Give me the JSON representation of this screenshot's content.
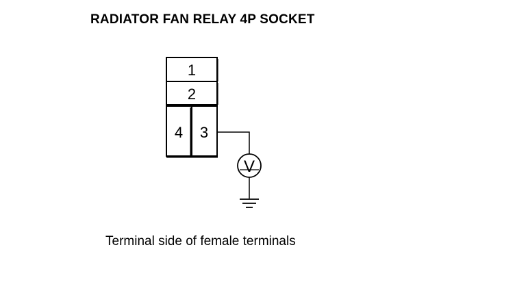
{
  "title": "RADIATOR FAN RELAY 4P SOCKET",
  "connector": {
    "terminals": [
      "1",
      "2",
      "3",
      "4"
    ]
  },
  "meter": {
    "symbol": "V"
  },
  "caption": "Terminal side of female terminals"
}
